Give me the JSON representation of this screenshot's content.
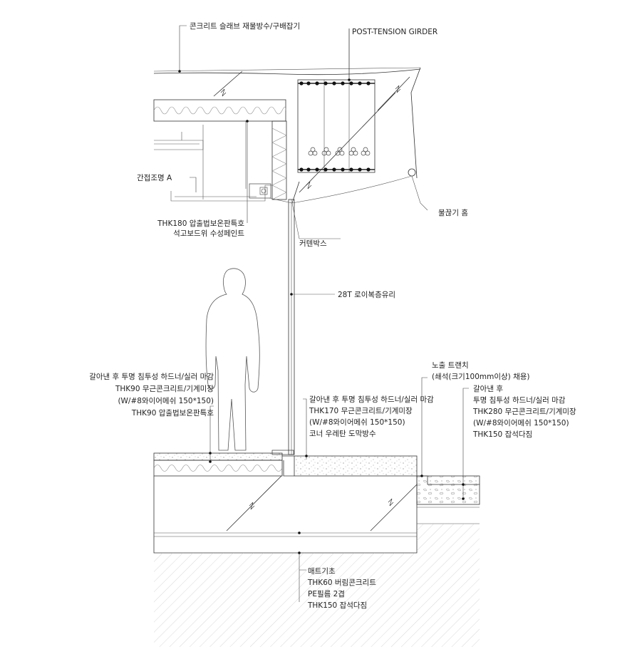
{
  "labels": {
    "slab": "콘크리트 슬래브 재물방수/구배잡기",
    "girder": "POST-TENSION GIRDER",
    "lighting": "간접조명 A",
    "drip": "물끊기 홈",
    "ceiling1": "THK180 압출법보온판특호",
    "ceiling2": "석고보드위 수성페인트",
    "curtain": "커텐박스",
    "glass": "28T 로이복층유리",
    "left1": "갈아낸 후 투명 침투성 하드너/실러 마감",
    "left2": "THK90 무근콘크리트/기계미장",
    "left3": "(W/#8와이어메쉬 150*150)",
    "left4": "THK90 압출법보온판특호",
    "mid1": "갈아낸 후 투명 침투성 하드너/실러 마감",
    "mid2": "THK170 무근콘크리트/기계미장",
    "mid3": "(W/#8와이어메쉬 150*150)",
    "mid4": "코너 우레탄 도막방수",
    "trench1": "노출 트랜치",
    "trench2": "(쇄석(크기100mm이상) 채용)",
    "right1": "갈아낸 후",
    "right2": "투명 침투성 하드너/실러 마감",
    "right3": "THK280 무근콘크리트/기계미장",
    "right4": "(W/#8와이어메쉬 150*150)",
    "right5": "THK150 잡석다짐",
    "found1": "매트기초",
    "found2": "THK60 버림콘크리트",
    "found3": "PE필름 2겹",
    "found4": "THK150 잡석다짐"
  },
  "colors": {
    "line": "#333333",
    "hatch": "#bbbbbb",
    "insulation": "#8a8a8a",
    "concrete_dot": "#777777"
  }
}
